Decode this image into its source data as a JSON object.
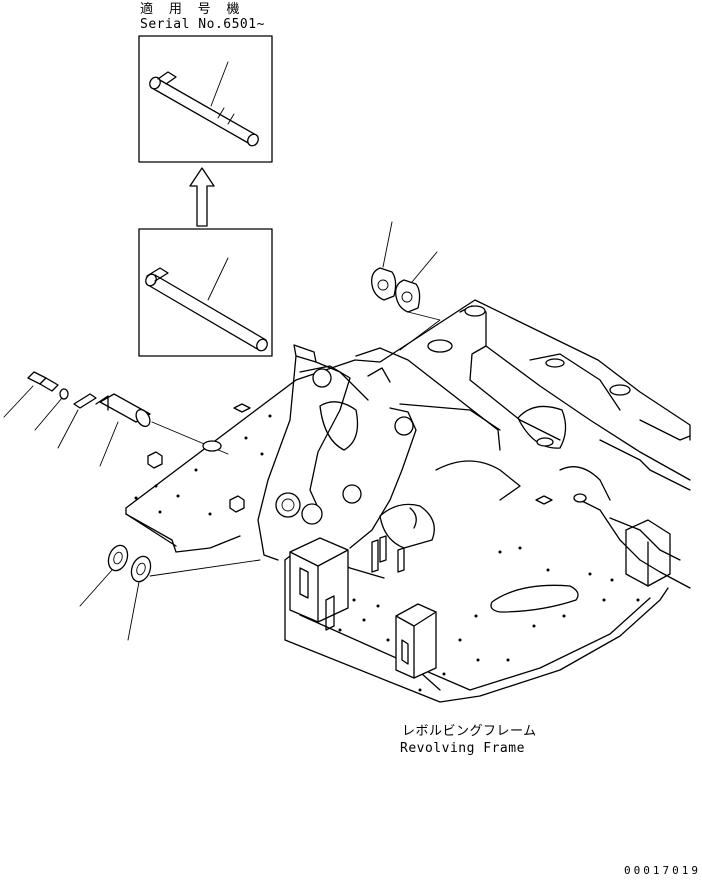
{
  "serial_note": {
    "label_jp": "適 用 号 機",
    "label_en": "Serial No.6501~"
  },
  "frame_label": {
    "jp": "レボルビングフレーム",
    "en": "Revolving Frame"
  },
  "drawing_code": "00017019",
  "colors": {
    "line": "#000000",
    "background": "#ffffff"
  }
}
